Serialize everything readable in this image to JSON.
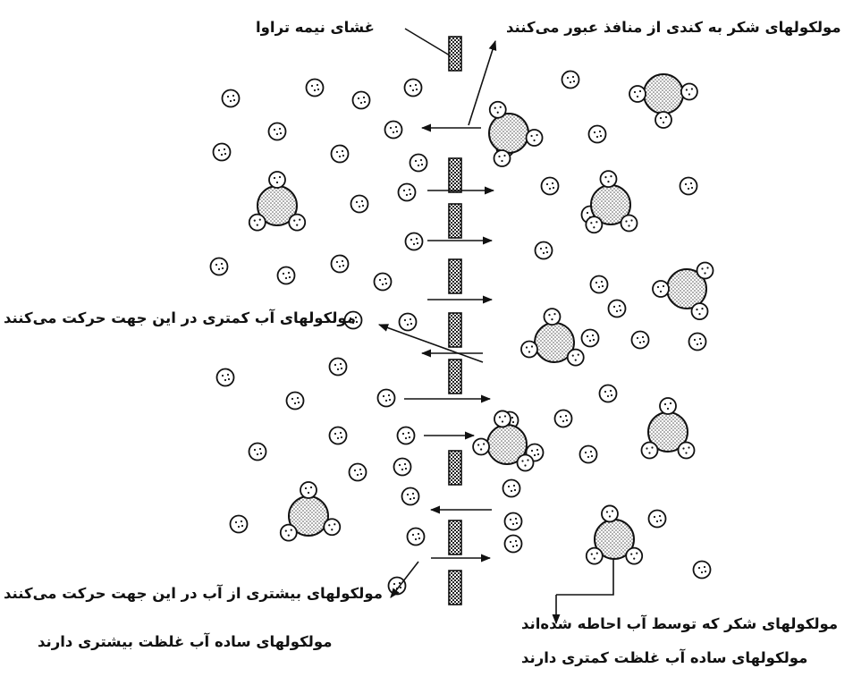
{
  "labels": {
    "membrane": "غشای نیمه تراوا",
    "sugar_passes_slowly": "مولکولهای شکر به کندی از منافذ عبور می‌کنند",
    "less_water_direction": "مولکولهای آب کمتری در این جهت حرکت می‌کنند",
    "more_water_direction": "مولکولهای بیشتری از آب در این جهت حرکت می‌کنند",
    "simple_molecules_more": "مولکولهای ساده آب غلظت بیشتری دارند",
    "sugar_surrounded": "مولکولهای شکر که توسط آب احاطه شده‌اند",
    "simple_molecules_less": "مولکولهای ساده آب غلظت کمتری دارند"
  },
  "colors": {
    "ink": "#111111",
    "sugar_fill": "#c8c8c8",
    "membrane_fill": "#9a9a9a",
    "background": "#ffffff"
  }
}
